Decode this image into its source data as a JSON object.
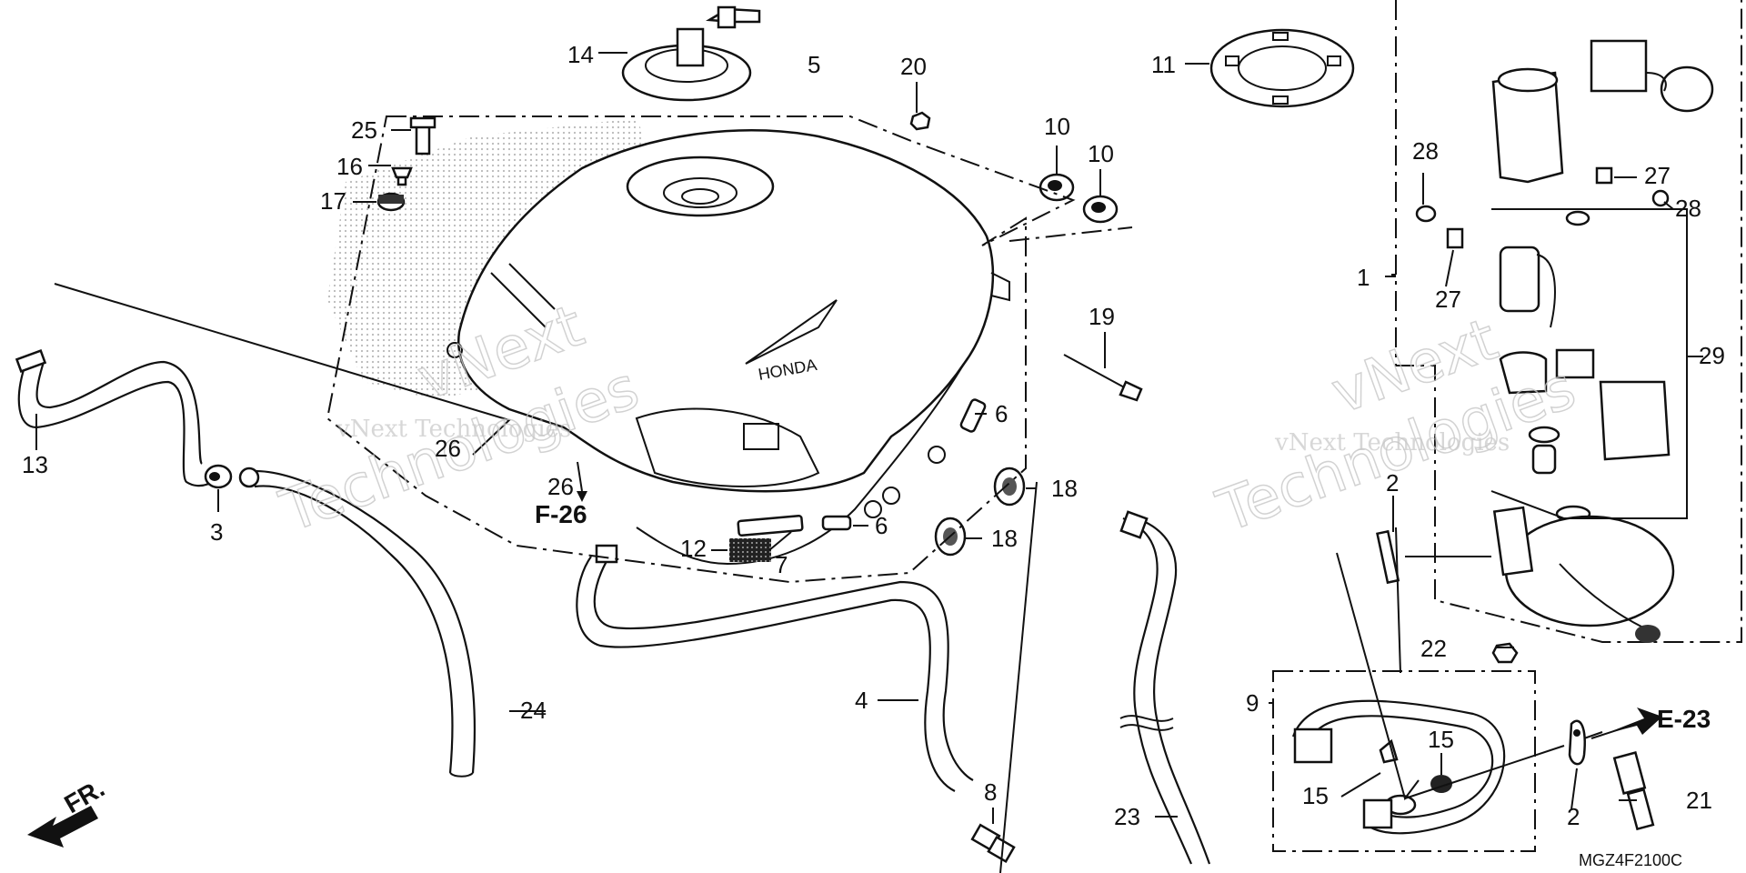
{
  "diagram": {
    "drawing_code": "MGZ4F2100C",
    "watermark": {
      "line1": "vNext Technologies",
      "line2": "vNext",
      "line3": "Technologies"
    },
    "refs": {
      "f26": "F-26",
      "e23": "E-23",
      "front": "FR."
    },
    "callouts": [
      {
        "id": "c1",
        "label": "1"
      },
      {
        "id": "c2a",
        "label": "2"
      },
      {
        "id": "c2b",
        "label": "2"
      },
      {
        "id": "c3",
        "label": "3"
      },
      {
        "id": "c4",
        "label": "4"
      },
      {
        "id": "c5",
        "label": "5"
      },
      {
        "id": "c6a",
        "label": "6"
      },
      {
        "id": "c6b",
        "label": "6"
      },
      {
        "id": "c7",
        "label": "7"
      },
      {
        "id": "c8",
        "label": "8"
      },
      {
        "id": "c9",
        "label": "9"
      },
      {
        "id": "c10a",
        "label": "10"
      },
      {
        "id": "c10b",
        "label": "10"
      },
      {
        "id": "c11",
        "label": "11"
      },
      {
        "id": "c12",
        "label": "12"
      },
      {
        "id": "c13",
        "label": "13"
      },
      {
        "id": "c14",
        "label": "14"
      },
      {
        "id": "c15a",
        "label": "15"
      },
      {
        "id": "c15b",
        "label": "15"
      },
      {
        "id": "c16",
        "label": "16"
      },
      {
        "id": "c17",
        "label": "17"
      },
      {
        "id": "c18a",
        "label": "18"
      },
      {
        "id": "c18b",
        "label": "18"
      },
      {
        "id": "c19",
        "label": "19"
      },
      {
        "id": "c20",
        "label": "20"
      },
      {
        "id": "c21",
        "label": "21"
      },
      {
        "id": "c22",
        "label": "22"
      },
      {
        "id": "c23",
        "label": "23"
      },
      {
        "id": "c24",
        "label": "24"
      },
      {
        "id": "c25",
        "label": "25"
      },
      {
        "id": "c26a",
        "label": "26"
      },
      {
        "id": "c26b",
        "label": "26"
      },
      {
        "id": "c27a",
        "label": "27"
      },
      {
        "id": "c27b",
        "label": "27"
      },
      {
        "id": "c28a",
        "label": "28"
      },
      {
        "id": "c28b",
        "label": "28"
      },
      {
        "id": "c29",
        "label": "29"
      }
    ]
  }
}
